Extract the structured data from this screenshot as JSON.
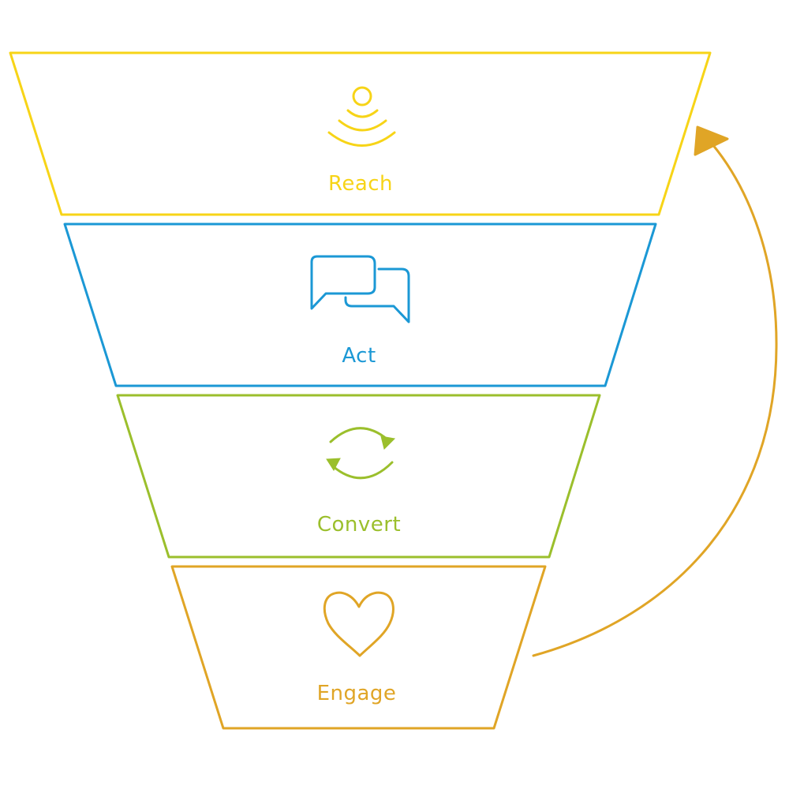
{
  "title": "Marketing funnel",
  "colors": {
    "reach": "#f7d417",
    "act": "#1b98d5",
    "convert": "#9bbf2c",
    "engage": "#e0a526",
    "background": "#ffffff"
  },
  "stages": [
    {
      "id": "reach",
      "label": "Reach",
      "icon": "broadcast-signal-icon"
    },
    {
      "id": "act",
      "label": "Act",
      "icon": "chat-bubbles-icon"
    },
    {
      "id": "convert",
      "label": "Convert",
      "icon": "refresh-cycle-icon"
    },
    {
      "id": "engage",
      "label": "Engage",
      "icon": "heart-icon"
    }
  ],
  "loop_arrow": {
    "from": "engage",
    "to": "reach",
    "icon": "curved-arrow-icon"
  }
}
